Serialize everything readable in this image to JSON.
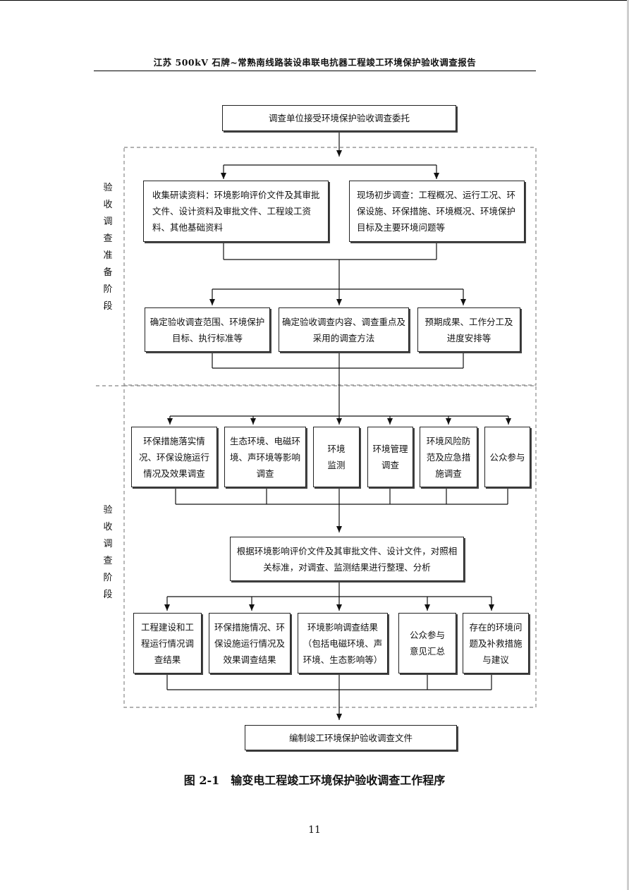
{
  "header": {
    "title": "江苏 500kV 石牌~常熟南线路装设串联电抗器工程竣工环境保护验收调查报告"
  },
  "stages": {
    "prep": "验收调查准备阶段",
    "survey": "验收调查阶段"
  },
  "flow": {
    "start": "调查单位接受环境保护验收调查委托",
    "collect": "收集研读资料：环境影响评价文件及其审批文件、设计资料及审批文件、工程竣工资料、其他基础资料",
    "site": "现场初步调查：工程概况、运行工况、环保设施、环保措施、环境概况、环境保护目标及主要环境问题等",
    "scope": "确定验收调查范围、环境保护目标、执行标准等",
    "content": "确定验收调查内容、调查重点及采用的调查方法",
    "plan": "预期成果、工作分工及进度安排等",
    "measures": "环保措施落实情况、环保设施运行情况及效果调查",
    "ecology": "生态环境、电磁环境、声环境等影响调查",
    "monitor": "环境监测",
    "management": "环境管理调查",
    "risk": "环境风险防范及应急措施调查",
    "public": "公众参与",
    "analysis": "根据环境影响评价文件及其审批文件、设计文件，对照相关标准，对调查、监测结果进行整理、分析",
    "res_build": "工程建设和工程运行情况调查结果",
    "res_measures": "环保措施情况、环保设施运行情况及效果调查结果",
    "res_impact": "环境影响调查结果（包括电磁环境、声环境、生态影响等）",
    "res_public": "公众参与意见汇总",
    "res_issues": "存在的环境问题及补救措施与建议",
    "final": "编制竣工环境保护验收调查文件"
  },
  "caption": "图 2-1　输变电工程竣工环境保护验收调查工作程序",
  "page_number": "11"
}
